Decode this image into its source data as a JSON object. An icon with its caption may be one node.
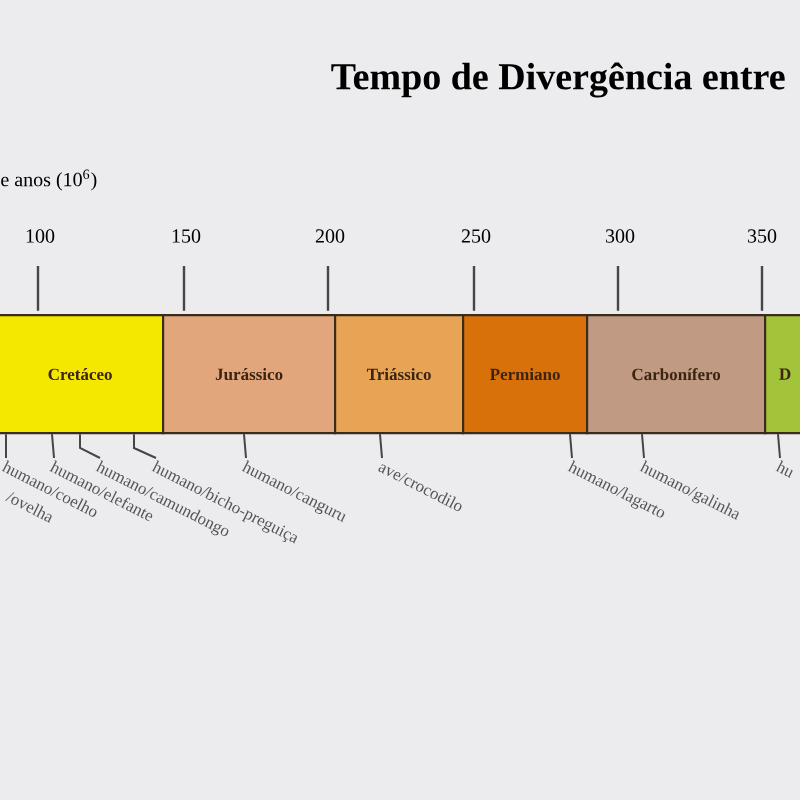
{
  "diagram": {
    "title": "Tempo de Divergência entre",
    "nodes": [
      {
        "text": [
          "Cretáceo"
        ]
      },
      {
        "text": [
          "Jurássico"
        ]
      },
      {
        "text": [
          "Triássico"
        ]
      },
      {
        "text": [
          "Permiano"
        ]
      },
      {
        "text": [
          "Carbonífero"
        ]
      },
      {
        "text": [
          "D"
        ]
      },
      {
        "text": [
          "humano/coelho"
        ]
      },
      {
        "text": [
          "humano/elefante"
        ]
      },
      {
        "text": [
          "humano/camundongo"
        ]
      },
      {
        "text": [
          "humano/bicho-preguiça"
        ]
      },
      {
        "text": [
          "humano/canguru"
        ]
      },
      {
        "text": [
          "ave/crocodilo"
        ]
      },
      {
        "text": [
          "humano/lagarto"
        ]
      },
      {
        "text": [
          "humano/galinha"
        ]
      },
      {
        "text": [
          "hu"
        ]
      }
    ],
    "edges": [
      {
        "from": 6,
        "to": 0,
        "arrow": "none"
      },
      {
        "from": 7,
        "to": 0,
        "arrow": "none"
      },
      {
        "from": 8,
        "to": 0,
        "arrow": "none"
      },
      {
        "from": 9,
        "to": 0,
        "arrow": "none"
      },
      {
        "from": 10,
        "to": 1,
        "arrow": "none"
      },
      {
        "from": 11,
        "to": 2,
        "arrow": "none"
      },
      {
        "from": 12,
        "to": 3,
        "arrow": "none"
      },
      {
        "from": 13,
        "to": 4,
        "arrow": "none"
      },
      {
        "from": 14,
        "to": 5,
        "arrow": "none"
      }
    ],
    "labels": [
      "e anos (10$^{6}$)",
      "100",
      "150",
      "200",
      "250",
      "300",
      "350",
      "/ovelha"
    ]
  }
}
